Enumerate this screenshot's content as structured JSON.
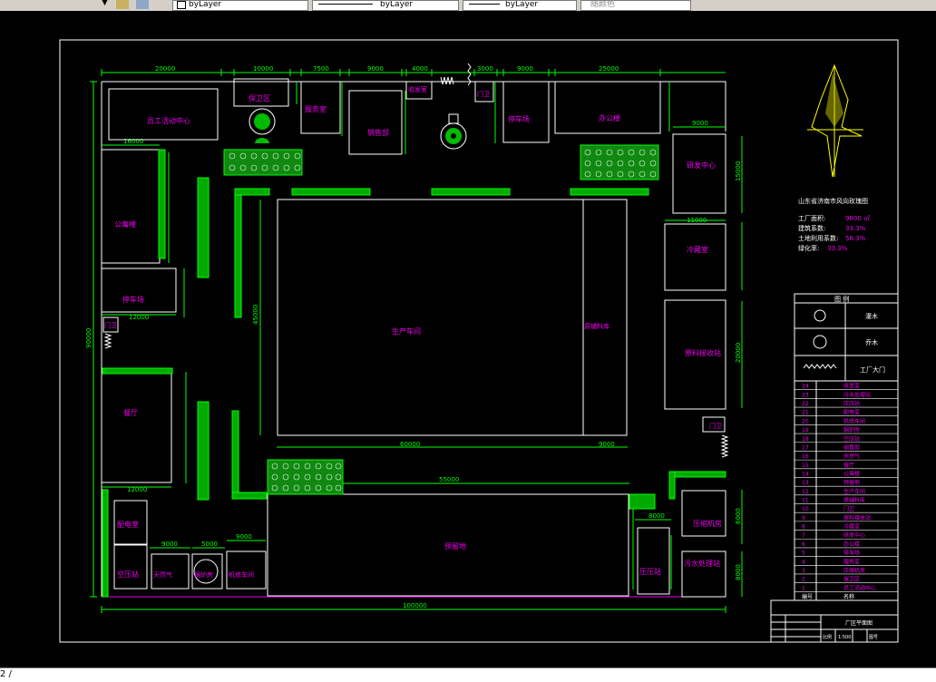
{
  "toolbar": {
    "layer_value": "byLayer",
    "linetype_value": "byLayer",
    "lineweight_value": "byLayer",
    "color_value": "随颜色"
  },
  "command_line": {
    "text": "2 /"
  },
  "drawing": {
    "buildings": {
      "staff_center": "员工活动中心",
      "health": "保卫区",
      "service": "服务室",
      "sales": "销售部",
      "reception": "收发室",
      "gate": "门卫",
      "parking_top": "停车场",
      "office": "办公楼",
      "rnd": "研发中心",
      "apartment": "公寓楼",
      "parking_left": "停车场",
      "gate_left": "门卫",
      "cold": "冷藏室",
      "workshop": "生产车间",
      "raw_material": "原辅料库",
      "material_receiving": "原料接收站",
      "canteen": "餐厅",
      "gate_right": "门卫",
      "distribution": "配电室",
      "boiler_air": "空压站",
      "natural_gas": "天然气",
      "boiler": "锅炉房",
      "machine_repair": "机修车间",
      "storage_yard": "预留地",
      "compressor": "压缩机房",
      "pressure_station": "压压站",
      "sewage": "污水处理站"
    },
    "dimensions": {
      "d_top1": "20000",
      "d_top2": "10000",
      "d_top3": "7500",
      "d_top4": "9000",
      "d_top5": "4000",
      "d_top6": "3000",
      "d_top7": "9000",
      "d_top8": "25000",
      "d_left_a": "16000",
      "d_left_b": "12000",
      "d_left_total": "90000",
      "d_work_w": "60000",
      "d_work_w2": "9000",
      "d_work_h": "45000",
      "d_bottom_total": "100000",
      "d_bottom_mid": "55000",
      "d_small1": "9000",
      "d_small2": "5000",
      "d_small3": "9000",
      "d_right1": "9000",
      "d_right2": "11000",
      "d_right3": "15000",
      "d_right4": "20000",
      "d_right5": "6000",
      "d_right6": "8000"
    },
    "legend_info": {
      "compass_title": "山东省济南市风向玫瑰图",
      "rows": [
        {
          "label": "工厂面积:",
          "value": "9800 ㎡"
        },
        {
          "label": "建筑系数:",
          "value": "33.3%"
        },
        {
          "label": "土地利用系数:",
          "value": "58.3%"
        },
        {
          "label": "绿化率:",
          "value": "33.3%"
        }
      ]
    },
    "legend": {
      "title": "图  例",
      "items": [
        "灌木",
        "乔木",
        "工厂大门"
      ]
    },
    "schedule": {
      "rows": [
        {
          "no": "24",
          "name": "收发室"
        },
        {
          "no": "23",
          "name": "污水处理站"
        },
        {
          "no": "22",
          "name": "压压站"
        },
        {
          "no": "21",
          "name": "配电室"
        },
        {
          "no": "20",
          "name": "机修车间"
        },
        {
          "no": "19",
          "name": "锅炉房"
        },
        {
          "no": "18",
          "name": "空压站"
        },
        {
          "no": "17",
          "name": "销售部"
        },
        {
          "no": "16",
          "name": "天然气"
        },
        {
          "no": "15",
          "name": "餐厅"
        },
        {
          "no": "14",
          "name": "公寓楼"
        },
        {
          "no": "13",
          "name": "预留地"
        },
        {
          "no": "12",
          "name": "生产车间"
        },
        {
          "no": "11",
          "name": "原辅料库"
        },
        {
          "no": "10",
          "name": "门卫"
        },
        {
          "no": "9",
          "name": "原料接收站"
        },
        {
          "no": "8",
          "name": "冷藏室"
        },
        {
          "no": "7",
          "name": "研发中心"
        },
        {
          "no": "6",
          "name": "办公楼"
        },
        {
          "no": "5",
          "name": "停车场"
        },
        {
          "no": "4",
          "name": "服务室"
        },
        {
          "no": "3",
          "name": "压缩机房"
        },
        {
          "no": "2",
          "name": "保卫区"
        },
        {
          "no": "1",
          "name": "员工活动中心"
        }
      ],
      "footer_no": "编号",
      "footer_name": "名称"
    },
    "title_block": {
      "title": "厂区平面图",
      "cells": [
        "比例",
        "1:500",
        "图号"
      ]
    }
  }
}
